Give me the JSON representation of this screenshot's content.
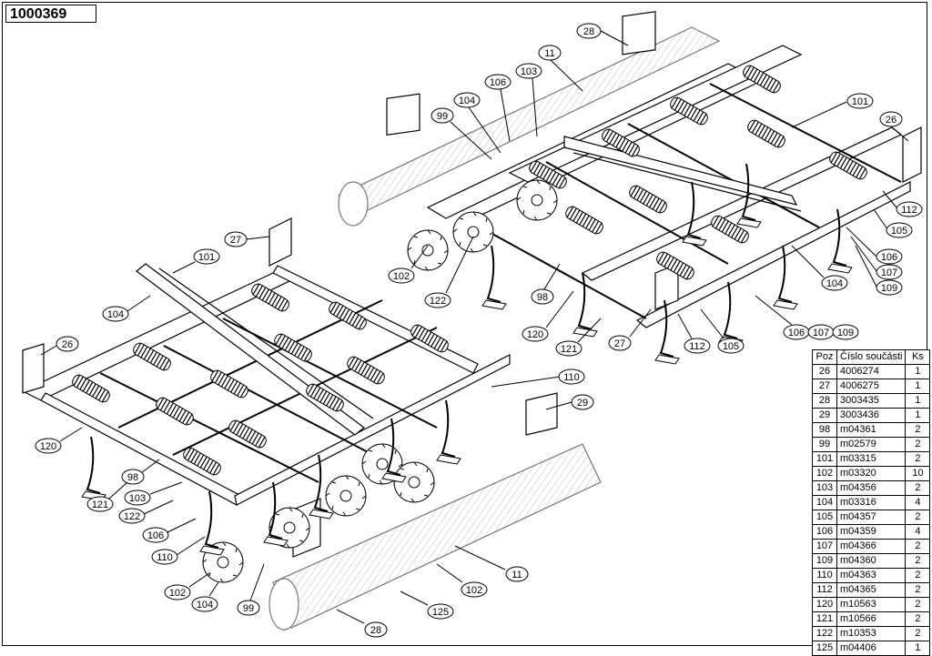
{
  "document": {
    "number": "1000369"
  },
  "callouts": [
    {
      "id": "c-28a",
      "label": "28"
    },
    {
      "id": "c-11a",
      "label": "11"
    },
    {
      "id": "c-103a",
      "label": "103"
    },
    {
      "id": "c-106a",
      "label": "106"
    },
    {
      "id": "c-104a",
      "label": "104"
    },
    {
      "id": "c-99a",
      "label": "99"
    },
    {
      "id": "c-101a",
      "label": "101"
    },
    {
      "id": "c-26a",
      "label": "26"
    },
    {
      "id": "c-112a",
      "label": "112"
    },
    {
      "id": "c-105a",
      "label": "105"
    },
    {
      "id": "c-106b",
      "label": "106"
    },
    {
      "id": "c-107a",
      "label": "107"
    },
    {
      "id": "c-109a",
      "label": "109"
    },
    {
      "id": "c-104b",
      "label": "104"
    },
    {
      "id": "c-102a",
      "label": "102"
    },
    {
      "id": "c-122a",
      "label": "122"
    },
    {
      "id": "c-98a",
      "label": "98"
    },
    {
      "id": "c-120a",
      "label": "120"
    },
    {
      "id": "c-121a",
      "label": "121"
    },
    {
      "id": "c-27a",
      "label": "27"
    },
    {
      "id": "c-112b",
      "label": "112"
    },
    {
      "id": "c-105b",
      "label": "105"
    },
    {
      "id": "c-106c",
      "label": "106"
    },
    {
      "id": "c-107b",
      "label": "107"
    },
    {
      "id": "c-109b",
      "label": "109"
    },
    {
      "id": "c-27b",
      "label": "27"
    },
    {
      "id": "c-101b",
      "label": "101"
    },
    {
      "id": "c-104c",
      "label": "104"
    },
    {
      "id": "c-26b",
      "label": "26"
    },
    {
      "id": "c-110a",
      "label": "110"
    },
    {
      "id": "c-29a",
      "label": "29"
    },
    {
      "id": "c-120b",
      "label": "120"
    },
    {
      "id": "c-98b",
      "label": "98"
    },
    {
      "id": "c-121b",
      "label": "121"
    },
    {
      "id": "c-103b",
      "label": "103"
    },
    {
      "id": "c-122b",
      "label": "122"
    },
    {
      "id": "c-106d",
      "label": "106"
    },
    {
      "id": "c-110b",
      "label": "110"
    },
    {
      "id": "c-102b",
      "label": "102"
    },
    {
      "id": "c-104d",
      "label": "104"
    },
    {
      "id": "c-99b",
      "label": "99"
    },
    {
      "id": "c-11b",
      "label": "11"
    },
    {
      "id": "c-102c",
      "label": "102"
    },
    {
      "id": "c-125a",
      "label": "125"
    },
    {
      "id": "c-28b",
      "label": "28"
    }
  ],
  "parts_table": {
    "headers": {
      "poz": "Poz",
      "cislo": "Číslo součásti",
      "ks": "Ks"
    },
    "rows": [
      {
        "poz": "26",
        "cislo": "4006274",
        "ks": "1"
      },
      {
        "poz": "27",
        "cislo": "4006275",
        "ks": "1"
      },
      {
        "poz": "28",
        "cislo": "3003435",
        "ks": "1"
      },
      {
        "poz": "29",
        "cislo": "3003436",
        "ks": "1"
      },
      {
        "poz": "98",
        "cislo": "m04361",
        "ks": "2"
      },
      {
        "poz": "99",
        "cislo": "m02579",
        "ks": "2"
      },
      {
        "poz": "101",
        "cislo": "m03315",
        "ks": "2"
      },
      {
        "poz": "102",
        "cislo": "m03320",
        "ks": "10"
      },
      {
        "poz": "103",
        "cislo": "m04356",
        "ks": "2"
      },
      {
        "poz": "104",
        "cislo": "m03316",
        "ks": "4"
      },
      {
        "poz": "105",
        "cislo": "m04357",
        "ks": "2"
      },
      {
        "poz": "106",
        "cislo": "m04359",
        "ks": "4"
      },
      {
        "poz": "107",
        "cislo": "m04366",
        "ks": "2"
      },
      {
        "poz": "109",
        "cislo": "m04360",
        "ks": "2"
      },
      {
        "poz": "110",
        "cislo": "m04363",
        "ks": "2"
      },
      {
        "poz": "112",
        "cislo": "m04365",
        "ks": "2"
      },
      {
        "poz": "120",
        "cislo": "m10563",
        "ks": "2"
      },
      {
        "poz": "121",
        "cislo": "m10566",
        "ks": "2"
      },
      {
        "poz": "122",
        "cislo": "m10353",
        "ks": "2"
      },
      {
        "poz": "125",
        "cislo": "m04406",
        "ks": "1"
      }
    ]
  }
}
